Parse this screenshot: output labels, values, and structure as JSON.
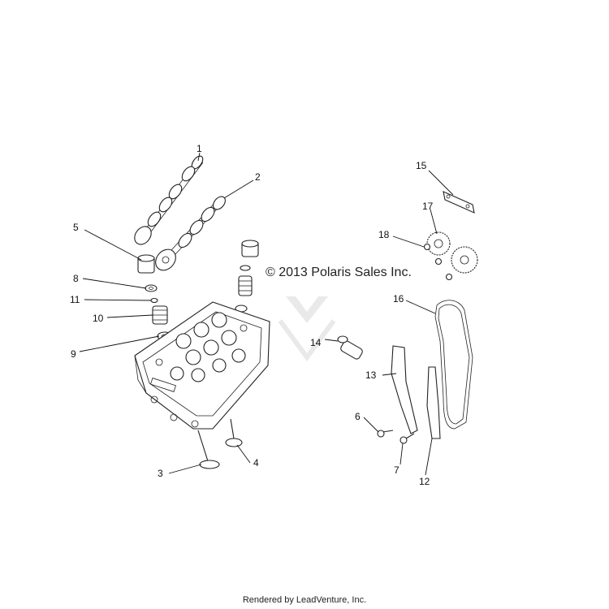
{
  "copyright": "© 2013 Polaris Sales Inc.",
  "footer": "Rendered by LeadVenture, Inc.",
  "callouts": {
    "c1": "1",
    "c2": "2",
    "c3": "3",
    "c4": "4",
    "c5": "5",
    "c6": "6",
    "c7": "7",
    "c8": "8",
    "c9": "9",
    "c10": "10",
    "c11": "11",
    "c12": "12",
    "c13": "13",
    "c14": "14",
    "c15": "15",
    "c16": "16",
    "c17": "17",
    "c18": "18"
  }
}
